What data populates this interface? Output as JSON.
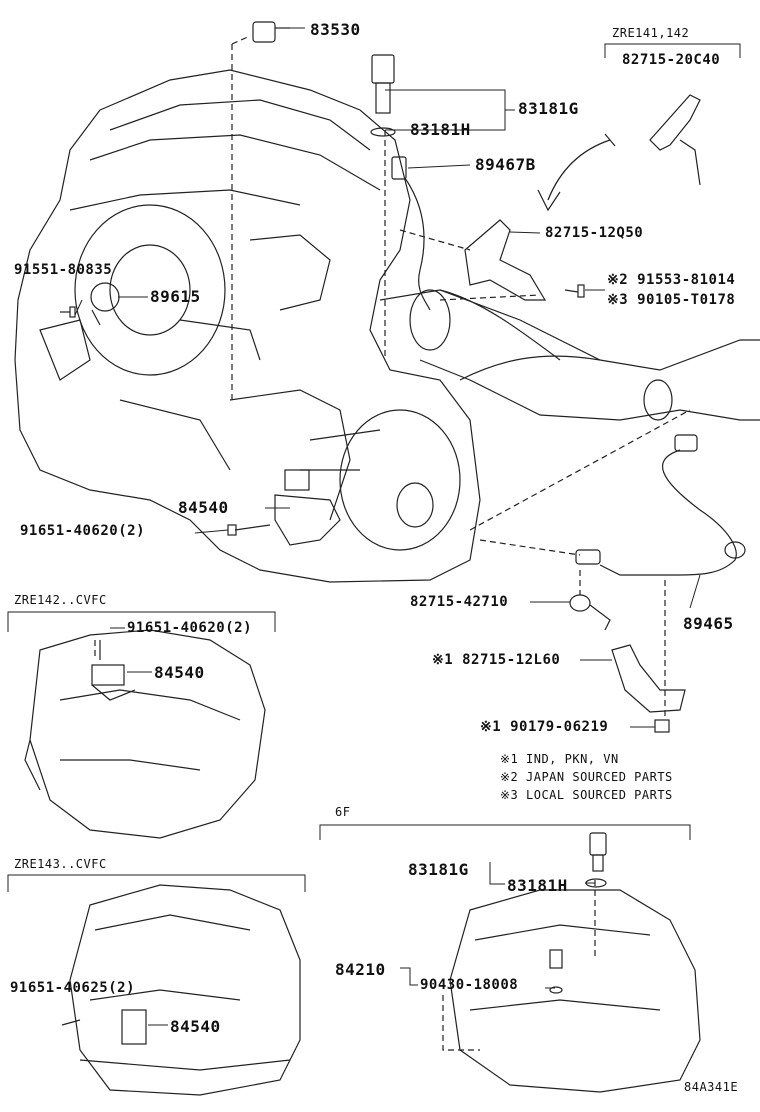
{
  "parts": {
    "p83530": "83530",
    "p83181G": "83181G",
    "p83181H": "83181H",
    "p89467B": "89467B",
    "p82715_20C40": "82715-20C40",
    "p82715_12Q50": "82715-12Q50",
    "p91553": "※2 91553-81014",
    "p90105": "※3 90105-T0178",
    "p91551": "91551-80835",
    "p89615": "89615",
    "p84540": "84540",
    "p91651_2": "91651-40620(2)",
    "p82715_42710": "82715-42710",
    "p89465": "89465",
    "p82715_12L60": "※1 82715-12L60",
    "p90179": "※1 90179-06219",
    "p91651_b": "91651-40620(2)",
    "p84540_b": "84540",
    "p83181G_b": "83181G",
    "p83181H_b": "83181H",
    "p84210": "84210",
    "p90430": "90430-18008",
    "p91651_c": "91651-40625(2)",
    "p84540_c": "84540"
  },
  "sections": {
    "zre141": "ZRE141,142",
    "zre142": "ZRE142..CVFC",
    "zre143": "ZRE143..CVFC",
    "sixF": "6F"
  },
  "notes": {
    "n1": "※1 IND, PKN, VN",
    "n2": "※2 JAPAN SOURCED PARTS",
    "n3": "※3 LOCAL SOURCED PARTS"
  },
  "code": "84A341E"
}
